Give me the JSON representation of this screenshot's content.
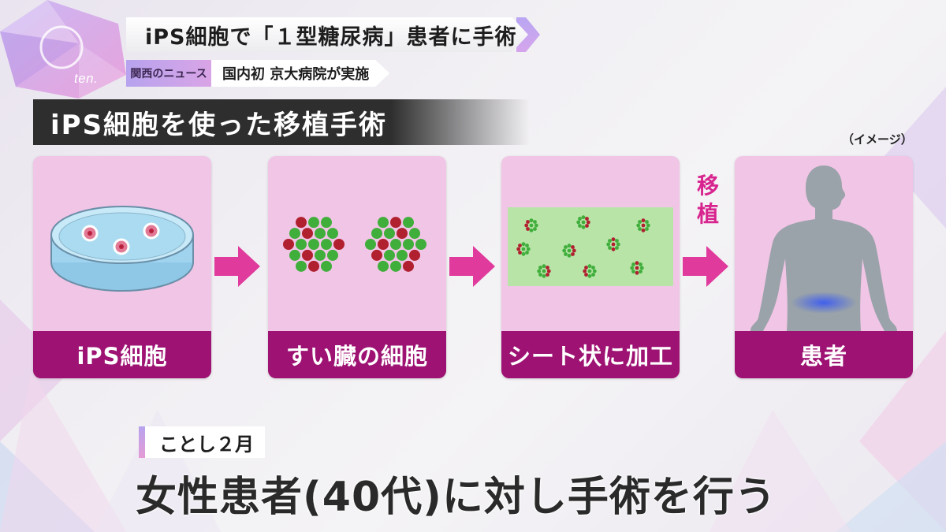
{
  "logo": {
    "text": "ten."
  },
  "headline": {
    "text": "iPS細胞で「１型糖尿病」患者に手術"
  },
  "subbar": {
    "badge": "関西のニュース",
    "text": "国内初 京大病院が実施"
  },
  "section": {
    "title": "iPS細胞を使った移植手術",
    "image_note": "（イメージ）"
  },
  "steps": [
    {
      "label": "iPS細胞",
      "icon": "petri-dish-icon"
    },
    {
      "label": "すい臓の細胞",
      "icon": "cell-cluster-icon"
    },
    {
      "label": "シート状に加工",
      "icon": "cell-sheet-icon"
    },
    {
      "label": "患者",
      "icon": "human-body-icon"
    }
  ],
  "transplant_label": "移植",
  "caption": {
    "date": "ことし２月",
    "text": "女性患者(40代)に対し手術を行う"
  },
  "colors": {
    "panel_bg": "#f1c5e6",
    "label_bg": "#9d1272",
    "arrow": "#e03a9c",
    "accent_text": "#d8248f",
    "cell_green": "#3fae3a",
    "cell_red": "#b0202e",
    "sheet_bg": "#b8e4a8",
    "implant_blue": "#3c5cf0"
  }
}
